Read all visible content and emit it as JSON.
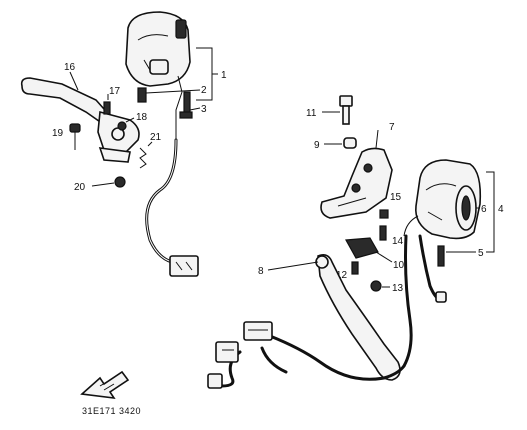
{
  "callouts": {
    "n1": "1",
    "n2": "2",
    "n3": "3",
    "n4": "4",
    "n5": "5",
    "n6": "6",
    "n7": "7",
    "n8": "8",
    "n9": "9",
    "n10": "10",
    "n11": "11",
    "n12": "12",
    "n13": "13",
    "n14": "14",
    "n15": "15",
    "n16": "16",
    "n17": "17",
    "n18": "18",
    "n19": "19",
    "n20": "20",
    "n21": "21"
  },
  "part_code": "31E171 3420",
  "colors": {
    "line": "#111111",
    "fill": "#f4f4f4",
    "dark": "#2a2a2a"
  }
}
